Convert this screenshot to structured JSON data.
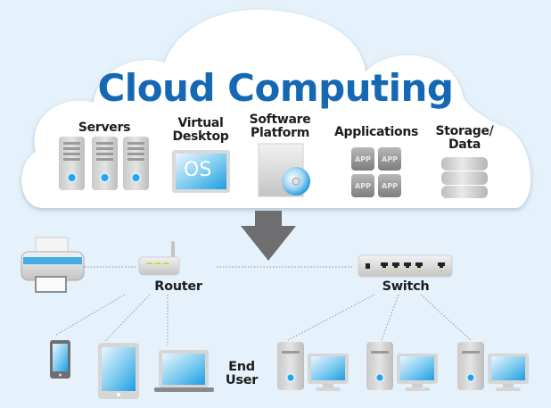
{
  "title": "Cloud Computing",
  "cloud_services": [
    {
      "label_lines": [
        "Servers"
      ],
      "icon": "server-rack-icon"
    },
    {
      "label_lines": [
        "Virtual",
        "Desktop"
      ],
      "icon": "virtual-desktop-icon",
      "icon_text": "OS"
    },
    {
      "label_lines": [
        "Software",
        "Platform"
      ],
      "icon": "software-disc-icon"
    },
    {
      "label_lines": [
        "Applications"
      ],
      "icon": "app-grid-icon",
      "app_tiles": [
        "APP",
        "APP",
        "APP",
        "APP"
      ]
    },
    {
      "label_lines": [
        "Storage/",
        "Data"
      ],
      "icon": "database-icon"
    }
  ],
  "network": {
    "router_label": "Router",
    "switch_label": "Switch",
    "end_user_lines": [
      "End",
      "User"
    ]
  },
  "colors": {
    "background": "#e6f2fb",
    "title_blue": "#1468b4",
    "arrow_gray": "#6e6e70",
    "screen_blue": "#3aaee8",
    "led_green": "#c6dc3c"
  }
}
